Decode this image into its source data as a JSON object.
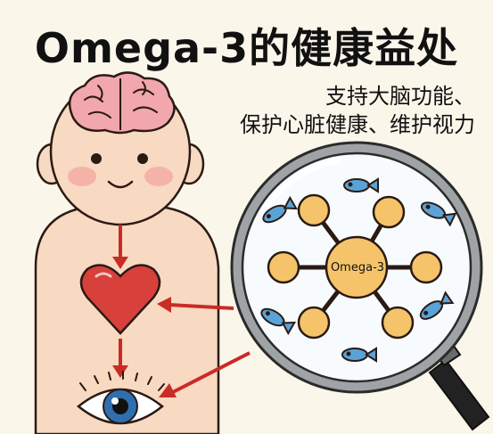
{
  "header": {
    "title": "Omega-3的健康益处",
    "subtitle_lines": [
      "支持大脑功能、",
      "保护心脏健康、维护视力"
    ]
  },
  "molecule": {
    "label": "Omega-3"
  },
  "icons": [
    "brain-icon",
    "heart-icon",
    "eye-icon",
    "magnifier-icon",
    "fish-icon",
    "molecule-icon"
  ],
  "colors": {
    "background": "#fbf6ea",
    "skin": "#f8d9c1",
    "heart": "#d8403b",
    "arrow": "#c92b26",
    "brain": "#f2a6ad",
    "molecule_node": "#f5c46a",
    "fish": "#5aa3d8",
    "eye_iris": "#2f6fb0"
  }
}
